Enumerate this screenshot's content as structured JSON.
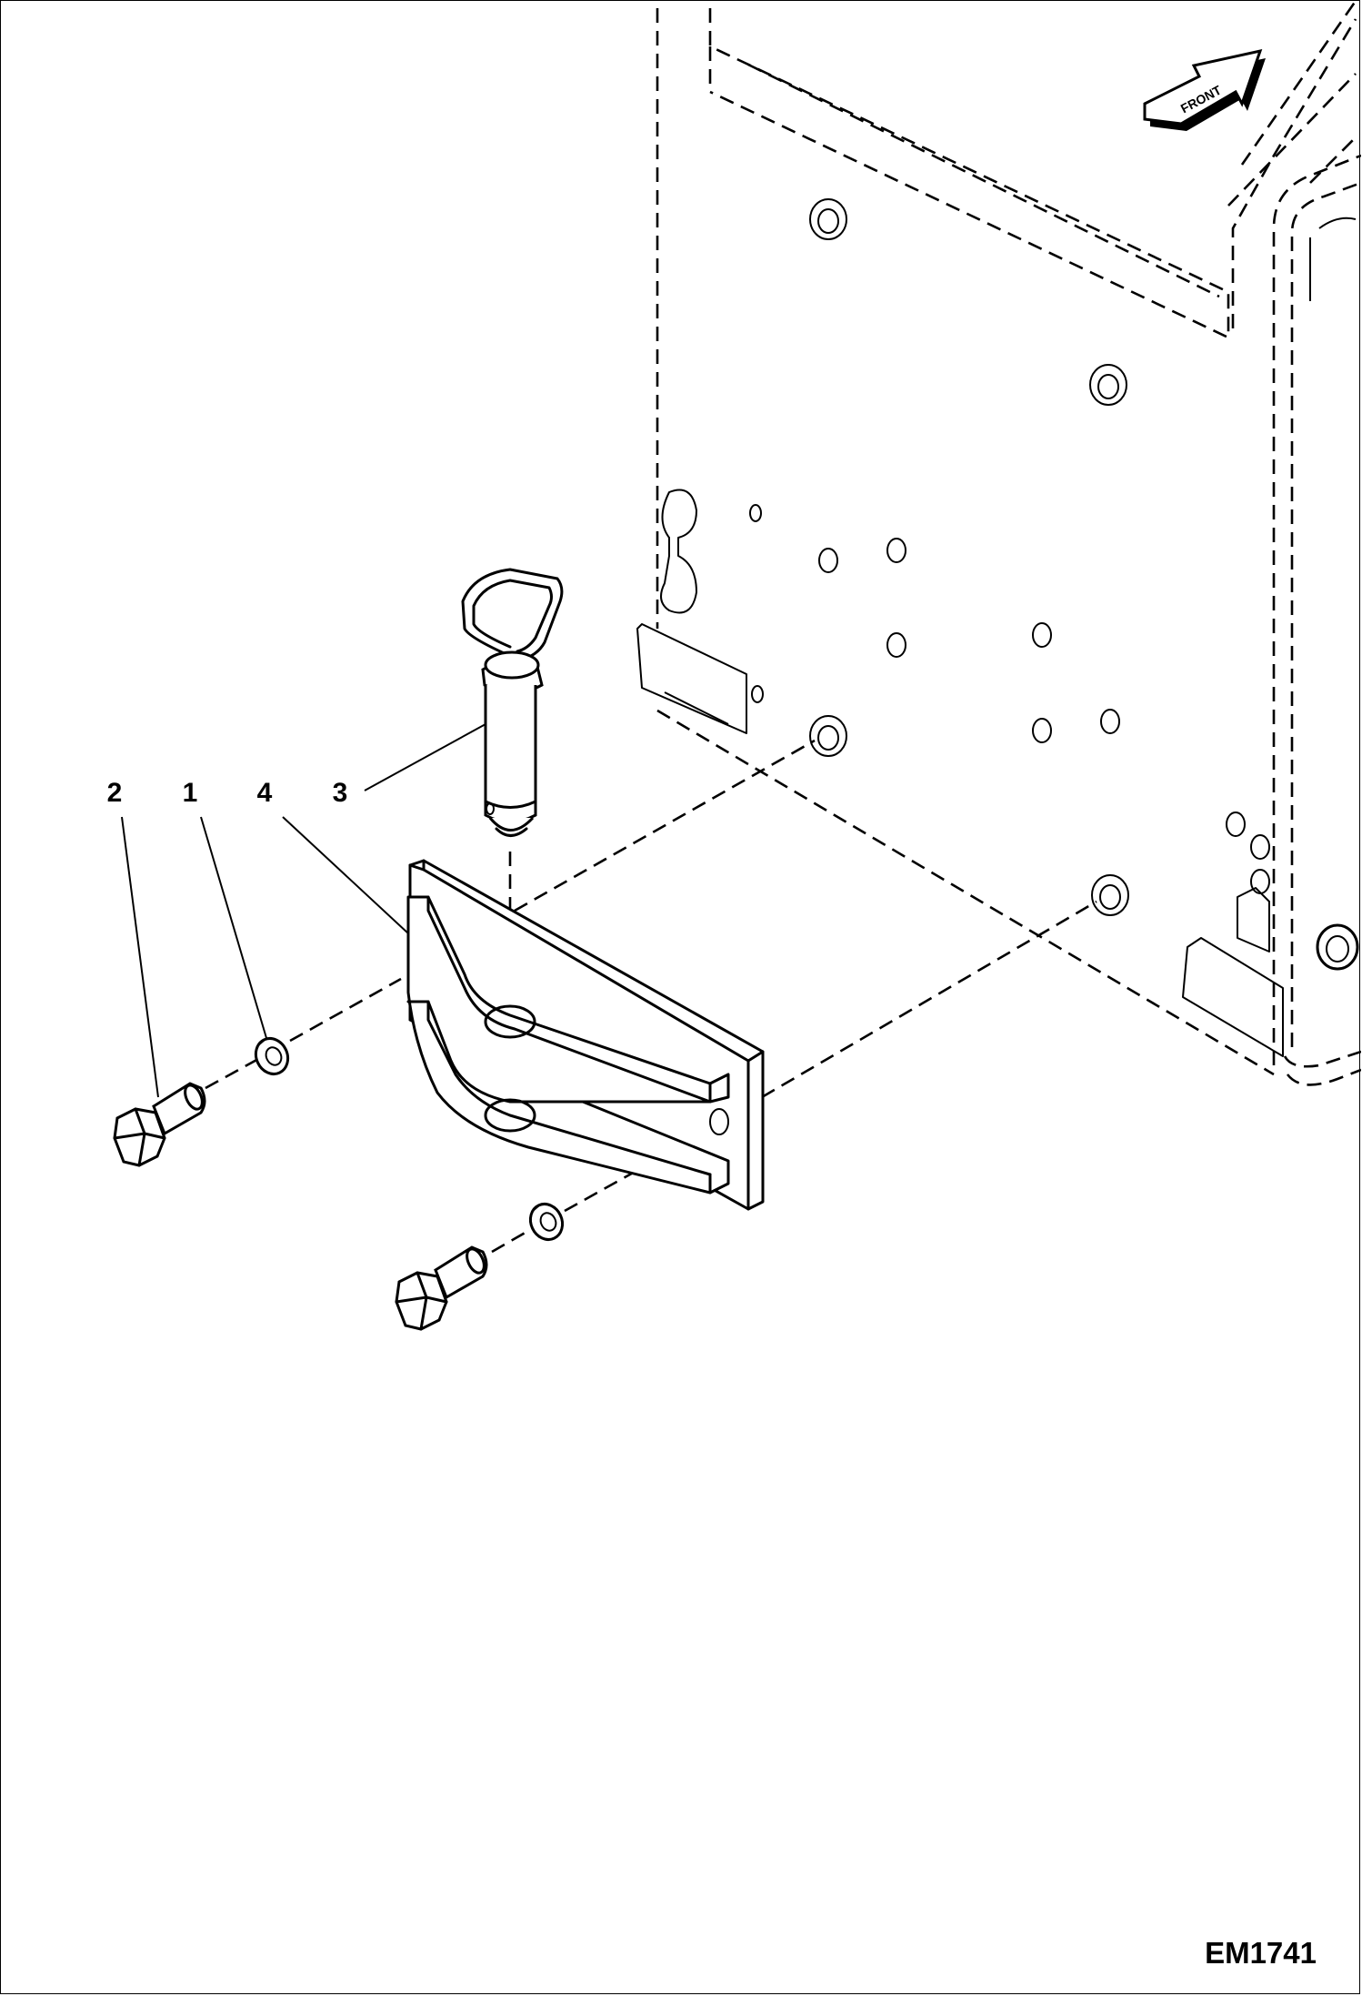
{
  "figure": {
    "callouts": [
      {
        "id": "c2",
        "label": "2"
      },
      {
        "id": "c1",
        "label": "1"
      },
      {
        "id": "c4",
        "label": "4"
      },
      {
        "id": "c3",
        "label": "3"
      }
    ],
    "direction_arrow": "FRONT",
    "figure_code": "EM1741"
  },
  "icons": {
    "front_arrow": "front-arrow-icon"
  }
}
